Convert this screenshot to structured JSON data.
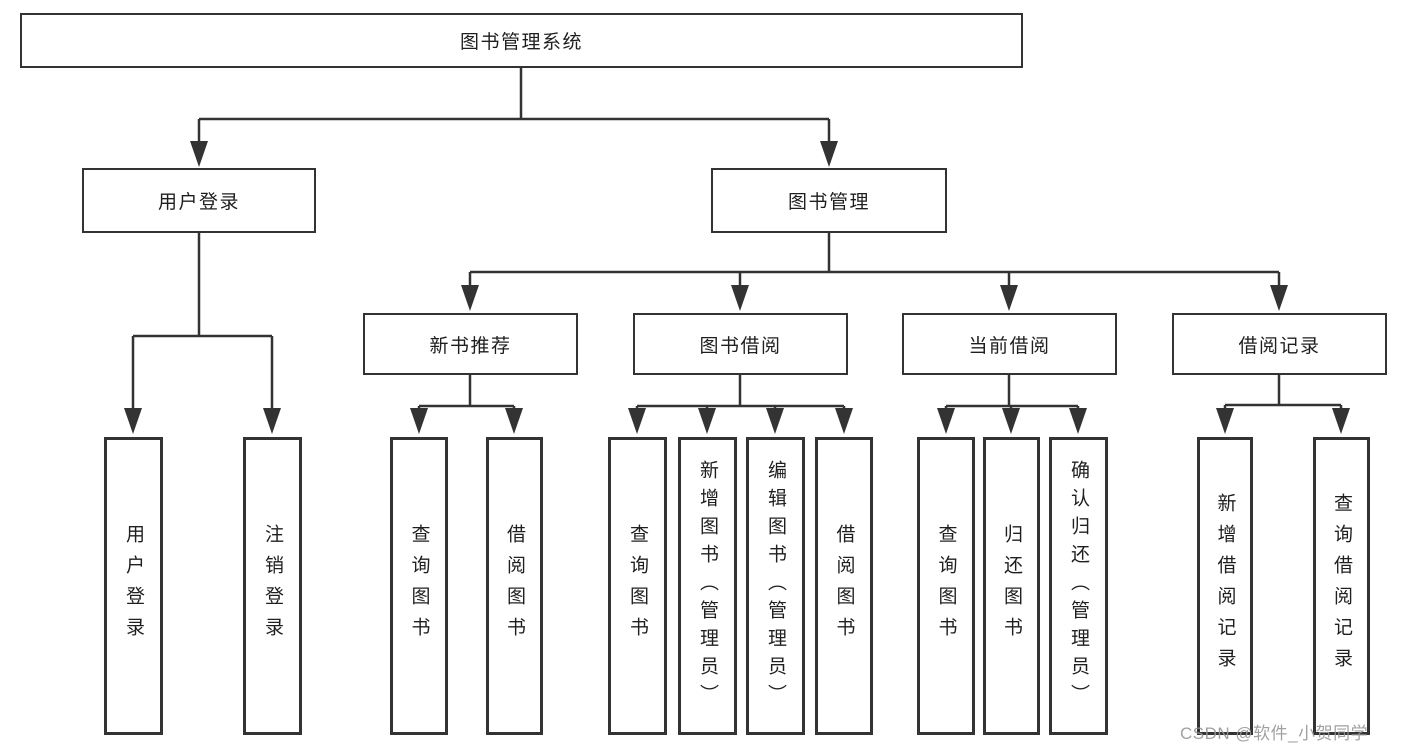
{
  "diagram": {
    "root": {
      "label": "图书管理系统"
    },
    "branches": [
      {
        "label": "用户登录",
        "children": [
          {
            "label": "用户登录"
          },
          {
            "label": "注销登录"
          }
        ]
      },
      {
        "label": "图书管理",
        "children": [
          {
            "label": "新书推荐",
            "children": [
              {
                "label": "查询图书"
              },
              {
                "label": "借阅图书"
              }
            ]
          },
          {
            "label": "图书借阅",
            "children": [
              {
                "label": "查询图书"
              },
              {
                "label": "新增图书（管理员）"
              },
              {
                "label": "编辑图书（管理员）"
              },
              {
                "label": "借阅图书"
              }
            ]
          },
          {
            "label": "当前借阅",
            "children": [
              {
                "label": "查询图书"
              },
              {
                "label": "归还图书"
              },
              {
                "label": "确认归还（管理员）"
              }
            ]
          },
          {
            "label": "借阅记录",
            "children": [
              {
                "label": "新增借阅记录"
              },
              {
                "label": "查询借阅记录"
              }
            ]
          }
        ]
      }
    ]
  },
  "watermark": {
    "text": "CSDN @软件_小贺同学"
  },
  "colors": {
    "line": "#333333",
    "box_border": "#333333",
    "text": "#1f1f1f",
    "watermark": "#979797",
    "background": "#ffffff"
  }
}
